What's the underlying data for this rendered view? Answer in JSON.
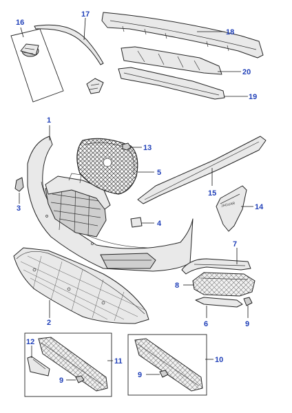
{
  "callouts": {
    "c1": "1",
    "c2": "2",
    "c3": "3",
    "c4": "4",
    "c5": "5",
    "c6": "6",
    "c7": "7",
    "c8": "8",
    "c9a": "9",
    "c9b": "9",
    "c9c": "9",
    "c10": "10",
    "c11": "11",
    "c12": "12",
    "c13": "13",
    "c14": "14",
    "c15": "15",
    "c16": "16",
    "c17": "17",
    "c18": "18",
    "c19": "19",
    "c20": "20"
  },
  "badge_text": "JAGUAR",
  "colors": {
    "callout": "#1f3fb8",
    "line": "#222222",
    "fill": "#e9e9e9"
  }
}
